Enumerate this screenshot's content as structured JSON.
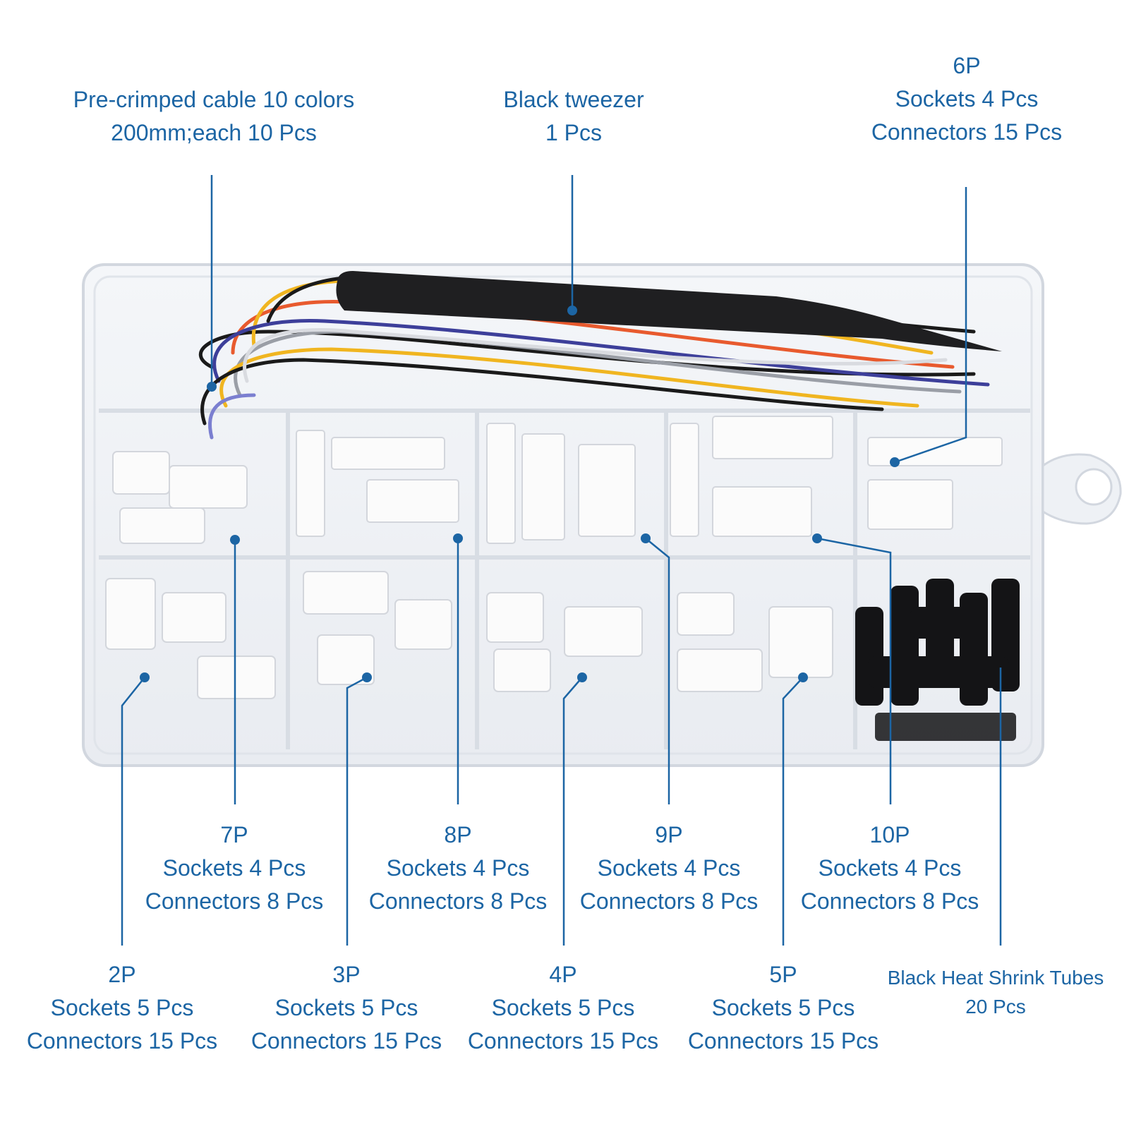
{
  "colors": {
    "label": "#1c65a4",
    "leader_line": "#1c65a4",
    "background": "#ffffff"
  },
  "callouts": [
    {
      "id": "cable",
      "lines": [
        "Pre-crimped cable 10 colors",
        "200mm;each 10 Pcs"
      ]
    },
    {
      "id": "tweezer",
      "lines": [
        "Black tweezer",
        "1 Pcs"
      ]
    },
    {
      "id": "6p",
      "lines": [
        "6P",
        "Sockets 4 Pcs",
        "Connectors 15 Pcs"
      ]
    },
    {
      "id": "7p",
      "lines": [
        "7P",
        "Sockets 4 Pcs",
        "Connectors 8 Pcs"
      ]
    },
    {
      "id": "8p",
      "lines": [
        "8P",
        "Sockets 4 Pcs",
        "Connectors 8 Pcs"
      ]
    },
    {
      "id": "9p",
      "lines": [
        "9P",
        "Sockets 4 Pcs",
        "Connectors 8 Pcs"
      ]
    },
    {
      "id": "10p",
      "lines": [
        "10P",
        "Sockets 4 Pcs",
        "Connectors 8 Pcs"
      ]
    },
    {
      "id": "2p",
      "lines": [
        "2P",
        "Sockets 5 Pcs",
        "Connectors 15 Pcs"
      ]
    },
    {
      "id": "3p",
      "lines": [
        "3P",
        "Sockets 5 Pcs",
        "Connectors 15 Pcs"
      ]
    },
    {
      "id": "4p",
      "lines": [
        "4P",
        "Sockets 5 Pcs",
        "Connectors 15 Pcs"
      ]
    },
    {
      "id": "5p",
      "lines": [
        "5P",
        "Sockets 5 Pcs",
        "Connectors 15 Pcs"
      ]
    },
    {
      "id": "tubes",
      "lines": [
        "Black Heat Shrink Tubes",
        "20 Pcs"
      ]
    }
  ]
}
